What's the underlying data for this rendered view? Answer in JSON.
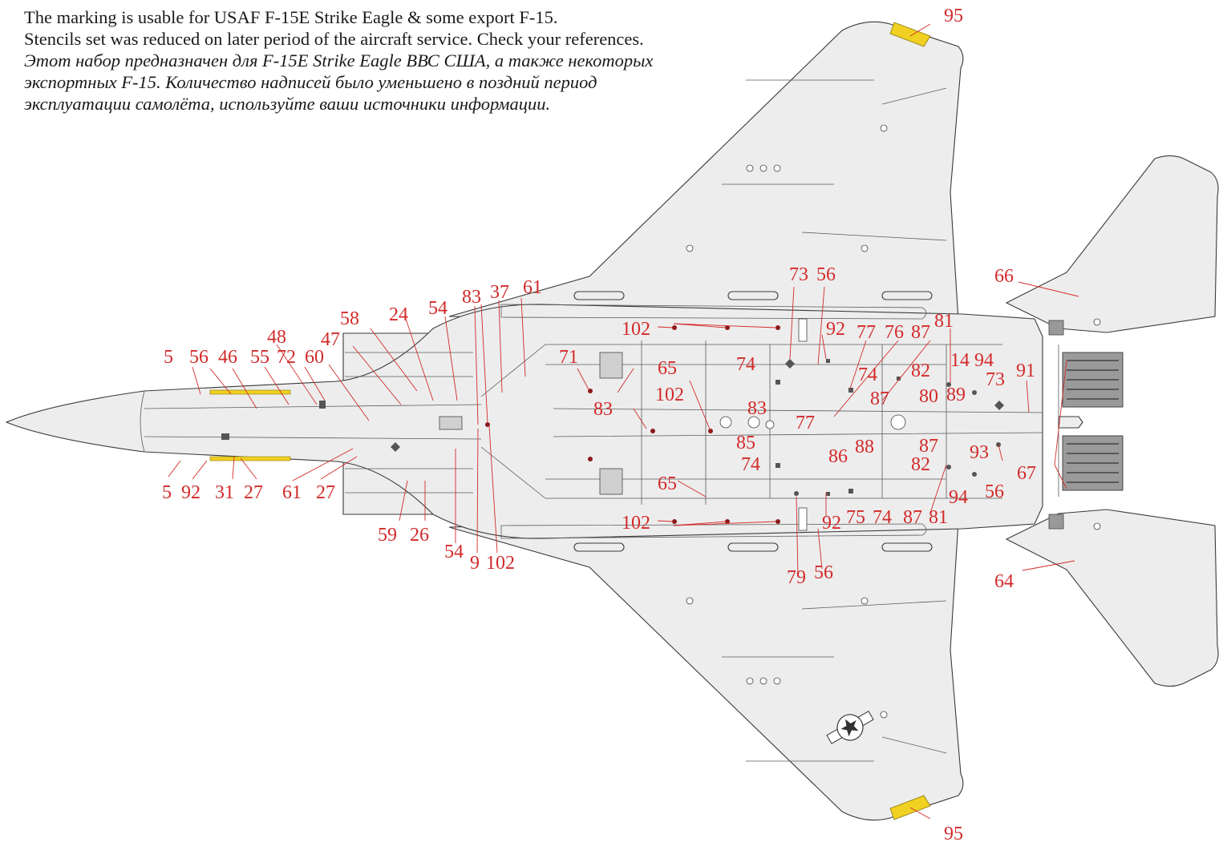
{
  "intro": {
    "line1": "The marking is usable for USAF F-15E Strike Eagle & some export F-15.",
    "line2": "Stencils set was reduced on later period of the aircraft service. Check your references.",
    "line3": "Этот набор предназначен для F-15E Strike Eagle ВВС США, а также некоторых",
    "line4": "экспортных F-15. Количество надписей было уменьшено в поздний период",
    "line5": "эксплуатации самолёта, используйте ваши источники информации."
  },
  "callouts": {
    "c95_top": "95",
    "c95_bottom": "95",
    "c66": "66",
    "c64": "64",
    "c73_a": "73",
    "c56_a": "56",
    "c83_a": "83",
    "c37": "37",
    "c61_a": "61",
    "c102_a": "102",
    "c92_a": "92",
    "c77_a": "77",
    "c76": "76",
    "c87_a": "87",
    "c81_a": "81",
    "c58": "58",
    "c24": "24",
    "c54_a": "54",
    "c48": "48",
    "c47": "47",
    "c5_a": "5",
    "c56_b": "56",
    "c46": "46",
    "c55": "55",
    "c72": "72",
    "c60": "60",
    "c71": "71",
    "c65_a": "65",
    "c74_a": "74",
    "c74_b": "74",
    "c82_a": "82",
    "c14": "14",
    "c94_a": "94",
    "c73_b": "73",
    "c91": "91",
    "c89": "89",
    "c102_b": "102",
    "c83_b": "83",
    "c83_c": "83",
    "c87_b": "87",
    "c80": "80",
    "c77_b": "77",
    "c85": "85",
    "c86": "86",
    "c88": "88",
    "c87_c": "87",
    "c93": "93",
    "c74_c": "74",
    "c82_b": "82",
    "c67": "67",
    "c94_b": "94",
    "c56_c": "56",
    "c5_b": "5",
    "c92_b": "92",
    "c31": "31",
    "c27_a": "27",
    "c61_b": "61",
    "c27_b": "27",
    "c65_b": "65",
    "c102_c": "102",
    "c92_c": "92",
    "c75": "75",
    "c74_d": "74",
    "c87_d": "87",
    "c81_b": "81",
    "c59": "59",
    "c26": "26",
    "c54_b": "54",
    "c9": "9",
    "c102_d": "102",
    "c79": "79",
    "c56_d": "56"
  }
}
